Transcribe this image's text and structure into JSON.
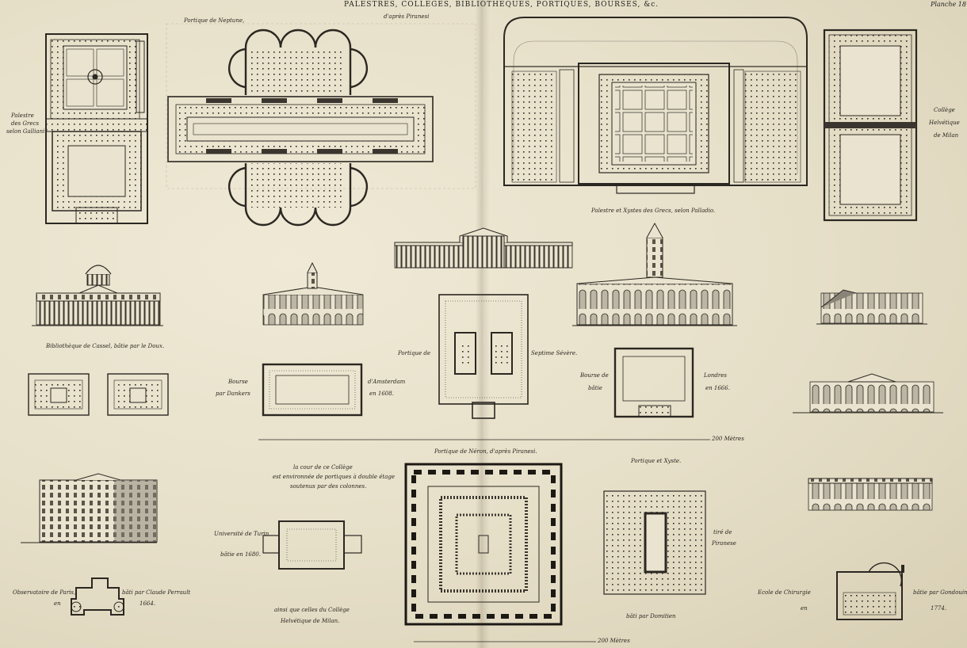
{
  "header": {
    "title": "PALESTRES, COLLEGES, BIBLIOTHEQUES, PORTIQUES, BOURSES, &c.",
    "plate": "Planche 18"
  },
  "labels": {
    "palestre_grecs_1": "Palestre",
    "palestre_grecs_2": "des Grecs",
    "palestre_grecs_3": "selon Galliani",
    "portique_neptune": "Portique de Neptune,",
    "apres_piranesi": "d'après Piranesi",
    "palestre_palladio": "Palestre et Xystes des Grecs, selon Palladio.",
    "college_helv_1": "Collège",
    "college_helv_2": "Helvétique",
    "college_helv_3": "de Milan",
    "bibliotheque": "Bibliothèque de Cassel, bâtie par le Doux.",
    "bourse_amst_1": "Bourse",
    "bourse_amst_2": "par Dankers",
    "bourse_amst_3": "d'Amsterdam",
    "bourse_amst_4": "en 1608.",
    "septime_1": "Portique de",
    "septime_2": "Septime Sévère.",
    "bourse_lond_1": "Bourse de",
    "bourse_lond_2": "bâtie",
    "bourse_lond_3": "Londres",
    "bourse_lond_4": "en 1666.",
    "scale_top": "200 Mètres",
    "portique_neron": "Portique de Néron, d'après Piranesi.",
    "portique_xyste": "Portique et Xyste.",
    "cour_1": "la cour de ce Collège",
    "cour_2": "est environnée de portiques à double étage",
    "cour_3": "soutenus par des colonnes.",
    "turin_1": "Université de Turin",
    "turin_2": "bâtie en 1680.",
    "observatoire_1": "Observatoire de Paris,",
    "observatoire_2": "bâti par Claude Perrault",
    "observatoire_3": "en",
    "observatoire_4": "1664.",
    "milan_1": "ainsi que celles du Collège",
    "milan_2": "Helvétique de Milan.",
    "piranese_1": "tiré de",
    "piranese_2": "Piranese",
    "domitien": "bâti par Domitien",
    "chirurgie_1": "Ecole de Chirurgie",
    "chirurgie_2": "bâtie par Gondouin",
    "chirurgie_3": "en",
    "chirurgie_4": "1774.",
    "scale_bottom": "200 Mètres"
  },
  "colors": {
    "paper": "#e9e3cf",
    "ink": "#2b2722",
    "wash": "#8a8478"
  }
}
